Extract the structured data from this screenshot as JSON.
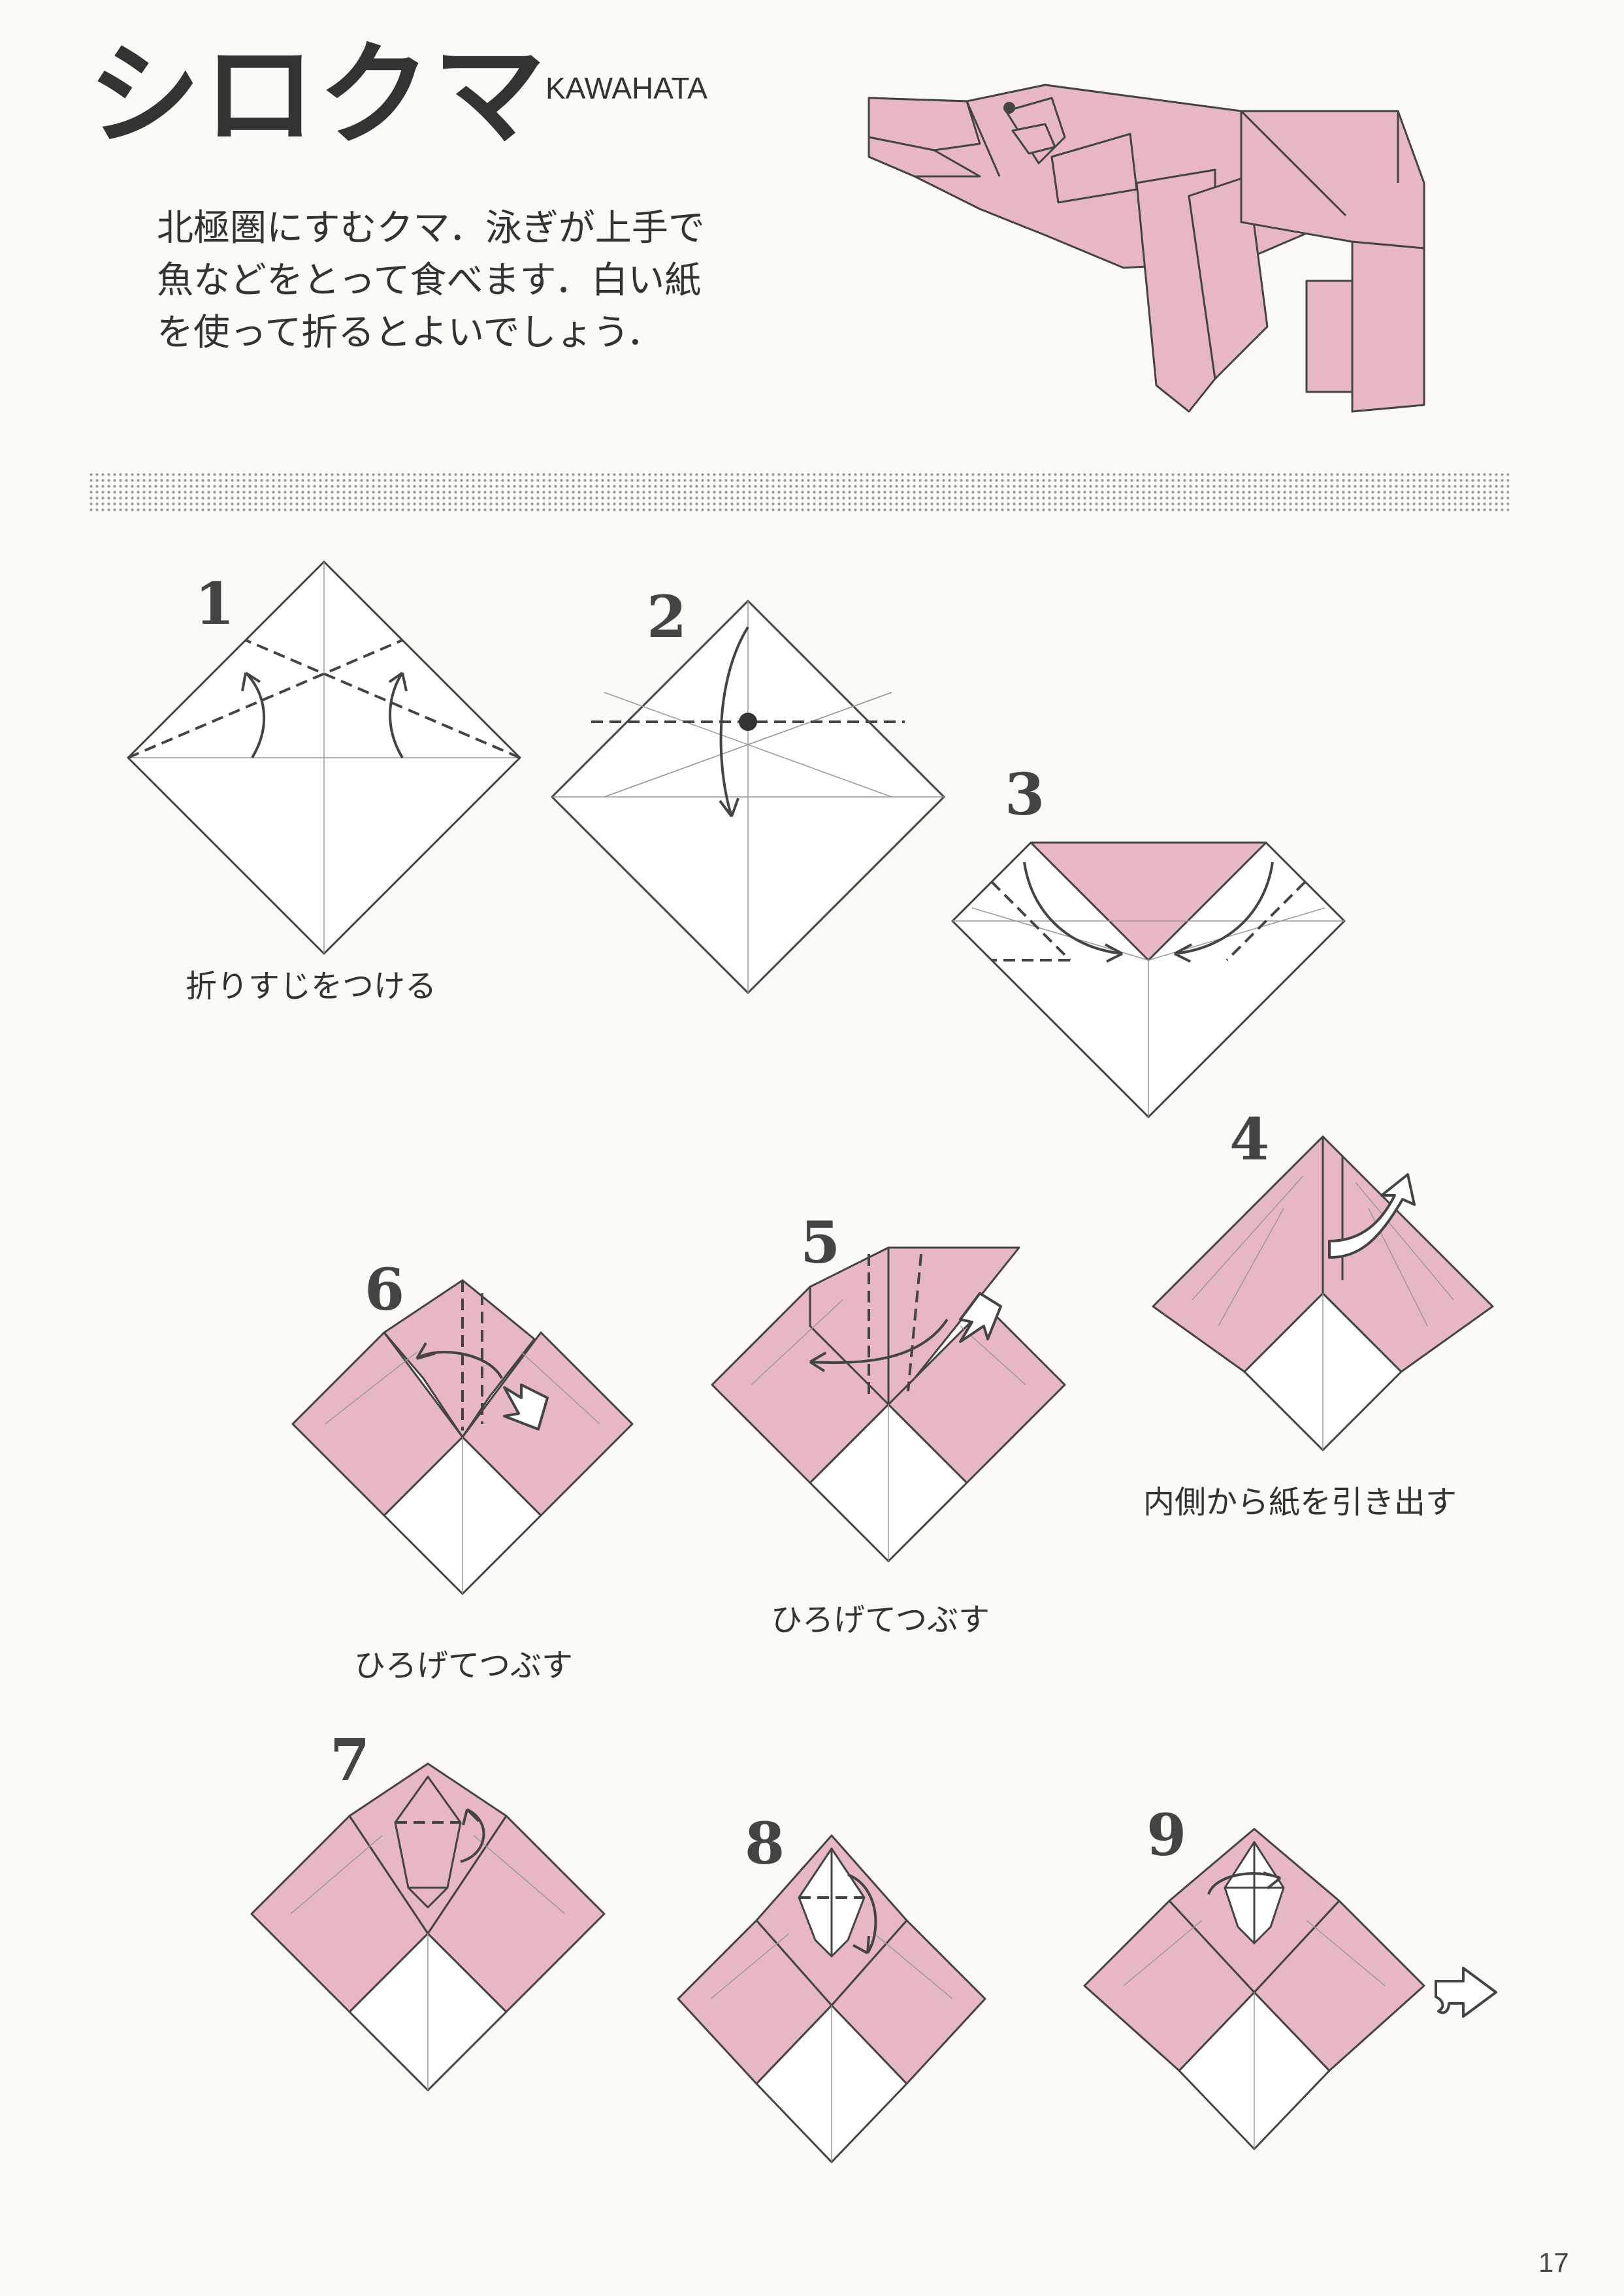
{
  "header": {
    "title": "シロクマ",
    "author": "KAWAHATA",
    "intro_lines": [
      "北極圏にすむクマ．泳ぎが上手で",
      "魚などをとって食べます．白い紙",
      "を使って折るとよいでしょう．"
    ]
  },
  "steps": [
    {
      "number": "1",
      "caption": "折りすじをつける"
    },
    {
      "number": "2",
      "caption": ""
    },
    {
      "number": "3",
      "caption": ""
    },
    {
      "number": "4",
      "caption": "内側から紙を引き出す"
    },
    {
      "number": "5",
      "caption": "ひろげてつぶす"
    },
    {
      "number": "6",
      "caption": "ひろげてつぶす"
    },
    {
      "number": "7",
      "caption": ""
    },
    {
      "number": "8",
      "caption": ""
    },
    {
      "number": "9",
      "caption": ""
    }
  ],
  "page_number": "17",
  "colors": {
    "paper_color": "#e7b7c4",
    "background": "#fbfaf7",
    "line": "#444444"
  },
  "icons": {
    "next_page": "next-arrow-icon",
    "fold_direction": "fold-arrow-icon",
    "push_in": "push-arrow-icon"
  }
}
